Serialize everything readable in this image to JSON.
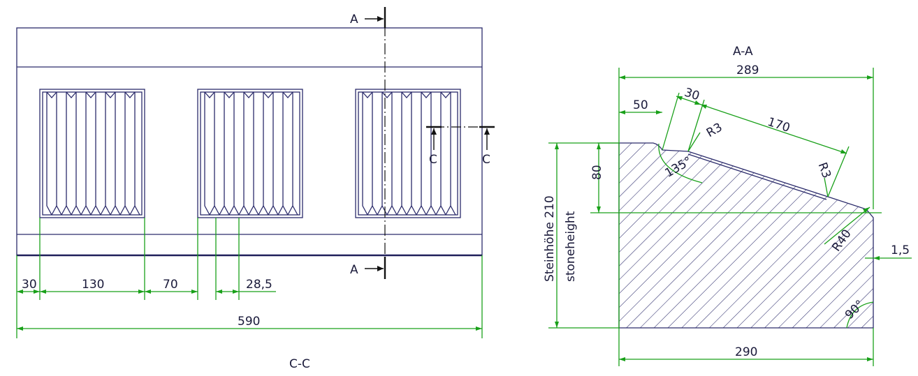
{
  "views": {
    "front": {
      "caption": "C-C",
      "dimensions": {
        "d30": "30",
        "d130": "130",
        "d70": "70",
        "d285": "28,5",
        "d590": "590"
      },
      "cut_marker_a_top": "A",
      "cut_marker_a_bottom": "A",
      "cut_marker_c_left": "C",
      "cut_marker_c_right": "C"
    },
    "section": {
      "title": "A-A",
      "dimensions": {
        "d289": "289",
        "d50": "50",
        "d30": "30",
        "d170": "170",
        "r3_a": "R3",
        "r3_b": "R3",
        "angle135": "135°",
        "d80": "80",
        "r40": "R40",
        "d15": "1,5",
        "angle90": "90°",
        "d290": "290"
      },
      "height_label_line1": "Steinhöhe 210",
      "height_label_line2": "stoneheight"
    }
  }
}
